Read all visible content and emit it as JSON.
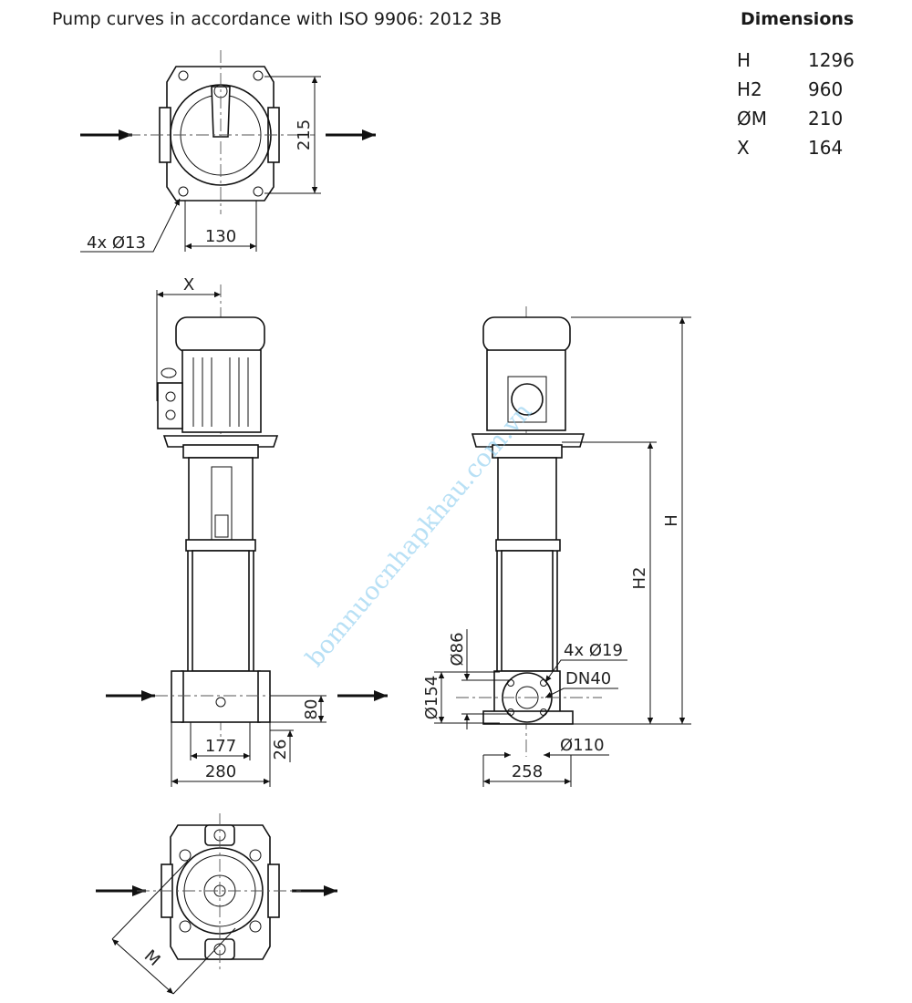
{
  "header": {
    "title": "Pump curves in accordance with ISO 9906: 2012 3B",
    "dimensions_title": "Dimensions"
  },
  "dimensions": [
    {
      "key": "H",
      "value": "1296"
    },
    {
      "key": "H2",
      "value": "960"
    },
    {
      "key": "ØM",
      "value": "210"
    },
    {
      "key": "X",
      "value": "164"
    }
  ],
  "labels": {
    "top_height": "215",
    "top_width": "130",
    "bolt_holes": "4x Ø13",
    "x": "X",
    "h": "H",
    "h2": "H2",
    "phi86": "Ø86",
    "phi154": "Ø154",
    "flange_holes": "4x Ø19",
    "dn": "DN40",
    "phi110": "Ø110",
    "w177": "177",
    "w280": "280",
    "h80": "80",
    "h26": "26",
    "w258": "258",
    "m": "M"
  },
  "watermark": "bomnuocnhapkhau.com.vn"
}
